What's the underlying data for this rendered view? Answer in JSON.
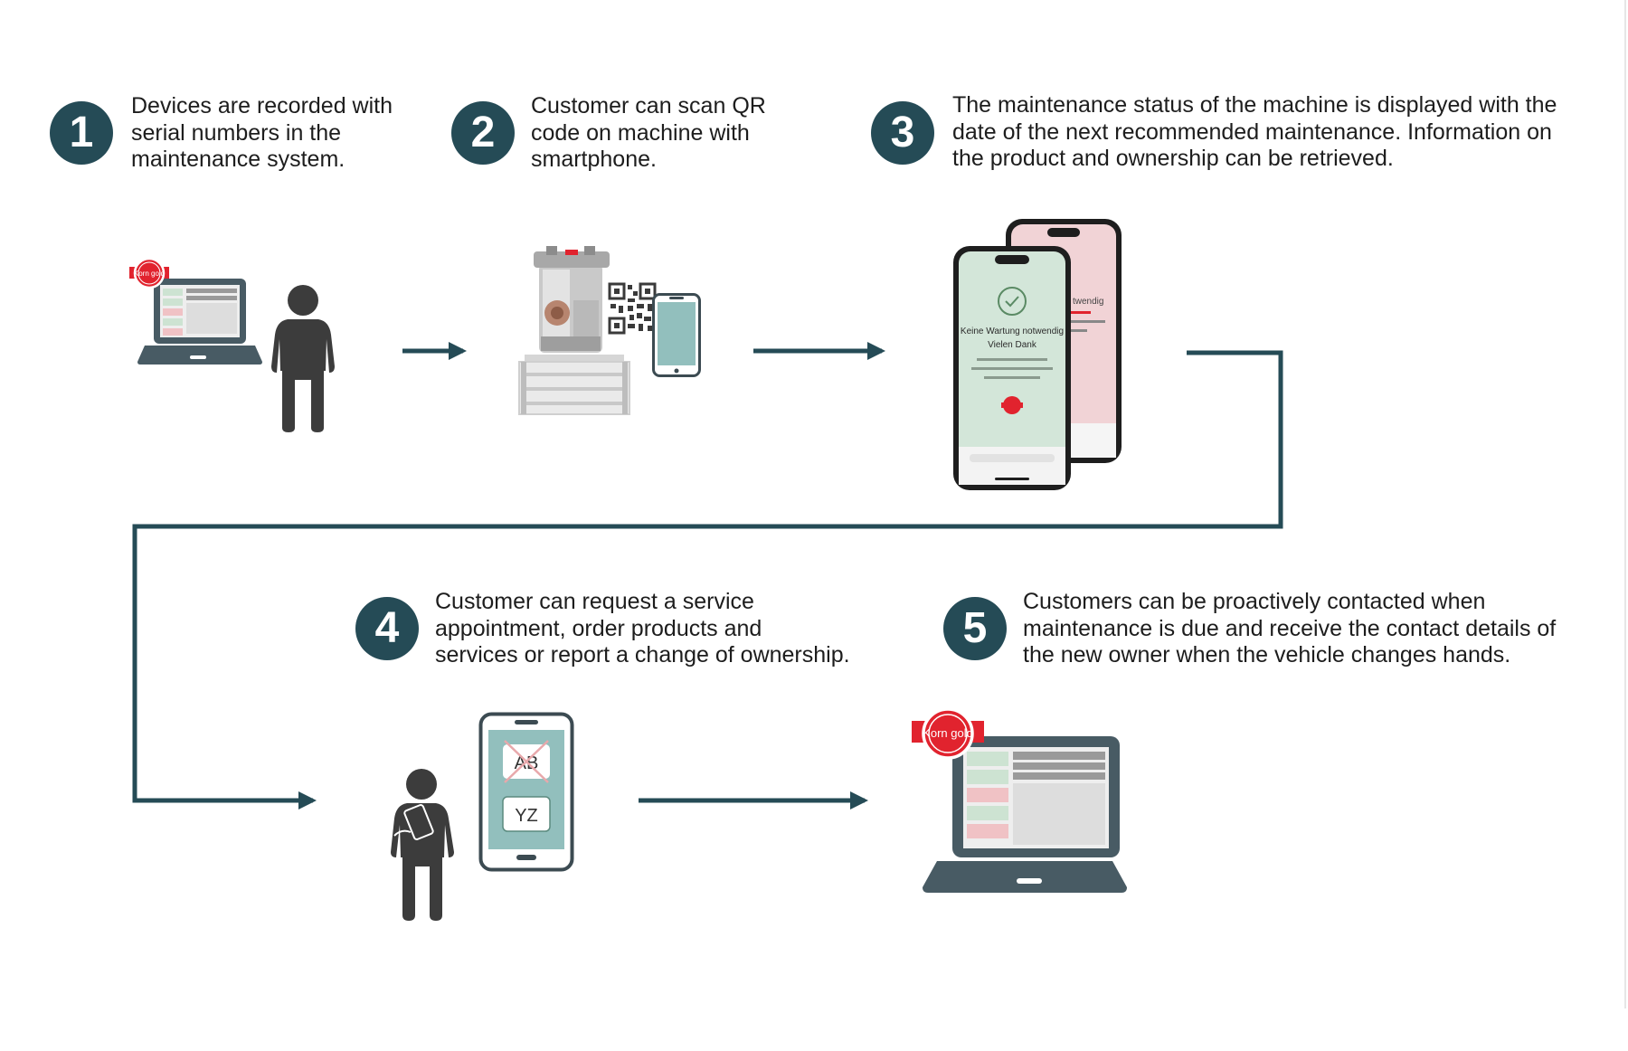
{
  "steps": [
    {
      "number": "1",
      "lines": [
        "Devices are recorded with",
        "serial numbers in the",
        "maintenance system."
      ]
    },
    {
      "number": "2",
      "lines": [
        "Customer can scan QR",
        "code on machine with",
        "smartphone."
      ]
    },
    {
      "number": "3",
      "lines": [
        "The maintenance status of the machine is displayed with the",
        "date of the next recommended maintenance. Information on",
        "the product and ownership can be retrieved."
      ]
    },
    {
      "number": "4",
      "lines": [
        "Customer can request a service",
        "appointment, order products and",
        "services or report a change of ownership."
      ]
    },
    {
      "number": "5",
      "lines": [
        "Customers can be proactively contacted when",
        "maintenance is due and receive the contact details of",
        "the new owner when the vehicle changes hands."
      ]
    }
  ],
  "logo": {
    "brand_text": "Korn gold"
  },
  "phone_screen": {
    "front_title": "Keine Wartung notwendig",
    "front_subtitle": "Vielen Dank",
    "back_title": "twendig"
  },
  "ownership_phone": {
    "old_plate": "AB",
    "new_plate": "YZ"
  },
  "colors": {
    "accent": "#254b56",
    "dark_gray": "#3c3c3c",
    "screen_green": "#d3e6d9",
    "screen_red": "#f1d3d6",
    "brand_red": "#e1232e",
    "phone_teal": "#92bfbd"
  }
}
